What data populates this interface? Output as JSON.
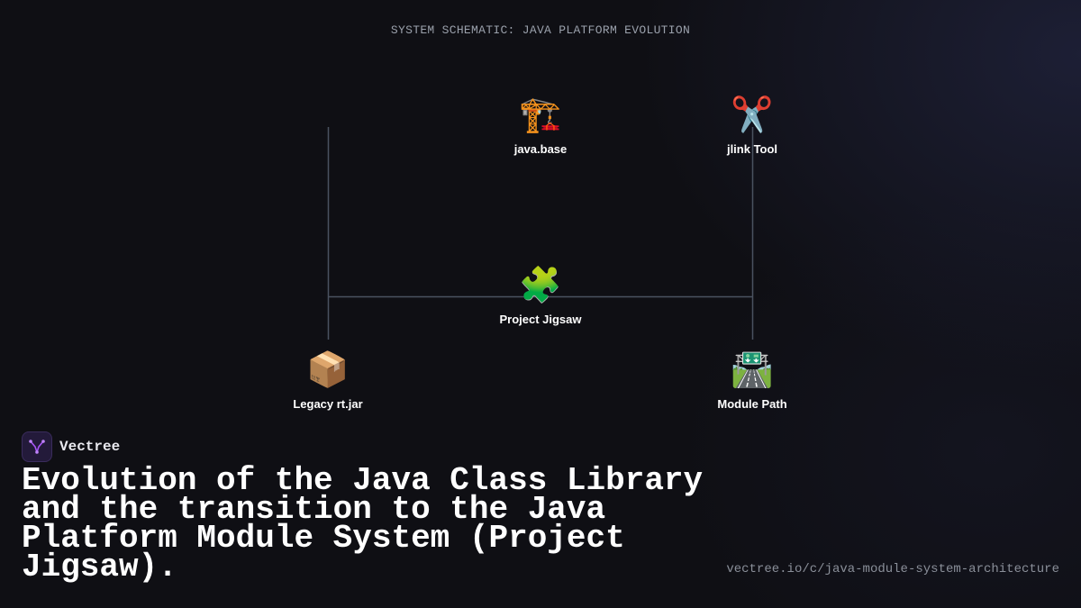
{
  "header": {
    "schematic_title": "SYSTEM SCHEMATIC: JAVA PLATFORM EVOLUTION"
  },
  "nodes": [
    {
      "id": "java-base",
      "icon": "crane-icon",
      "glyph": "🏗️",
      "label": "java.base"
    },
    {
      "id": "jlink-tool",
      "icon": "scissors-icon",
      "glyph": "✂️",
      "label": "jlink Tool"
    },
    {
      "id": "project-jigsaw",
      "icon": "puzzle-piece-icon",
      "glyph": "🧩",
      "label": "Project Jigsaw"
    },
    {
      "id": "legacy-rt-jar",
      "icon": "package-icon",
      "glyph": "📦",
      "label": "Legacy rt.jar"
    },
    {
      "id": "module-path",
      "icon": "motorway-icon",
      "glyph": "🛣️",
      "label": "Module Path"
    }
  ],
  "brand": {
    "name": "Vectree",
    "logo_icon": "vectree-logo-icon",
    "accent_color": "#a855f7"
  },
  "title": "Evolution of the Java Class Library and the transition to the Java Platform Module System (Project Jigsaw).",
  "url": "vectree.io/c/java-module-system-architecture",
  "colors": {
    "background": "#0f0f14",
    "edge": "#4a5260",
    "text": "#ffffff",
    "muted": "#9aa0ab"
  }
}
